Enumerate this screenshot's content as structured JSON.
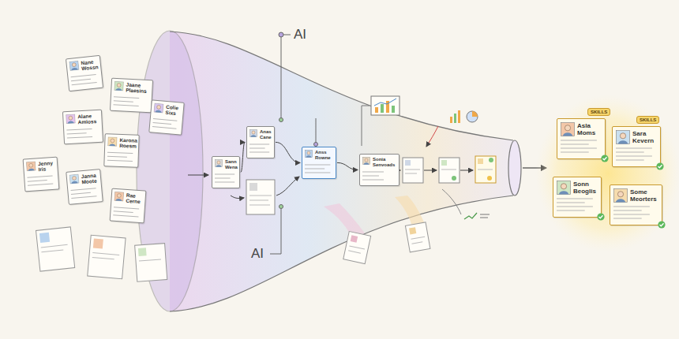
{
  "diagram": {
    "nodes": [
      {
        "text": [
          "Jenny Iris"
        ]
      },
      {
        "text": [
          "Nane Wossn"
        ]
      },
      {
        "text": [
          "Jaane Plaesins"
        ]
      },
      {
        "text": [
          "Alane Amioss"
        ]
      },
      {
        "text": [
          "Karona Roesm"
        ]
      },
      {
        "text": [
          "Janna Moote"
        ]
      },
      {
        "text": [
          "Rae Cerne"
        ]
      },
      {
        "text": [
          "Colie Sixs"
        ]
      },
      {
        "text": [
          "Sann Wena"
        ]
      },
      {
        "text": [
          "Anas Cane"
        ]
      },
      {
        "text": [
          "Anss Rowne"
        ]
      },
      {
        "text": [
          "Sonia Senvoads"
        ]
      },
      {
        "text": [
          "Asla Moms"
        ]
      },
      {
        "text": [
          "Sara Kevern"
        ]
      },
      {
        "text": [
          "Sonn Beoglis"
        ]
      },
      {
        "text": [
          "Some Meorters"
        ]
      }
    ],
    "edges": [
      {
        "from": 8,
        "to": 9,
        "arrow": "to"
      },
      {
        "from": 9,
        "to": 10,
        "arrow": "to"
      },
      {
        "from": 10,
        "to": 11,
        "arrow": "to"
      }
    ],
    "labels": [
      "AI",
      "AI",
      "SKILLS",
      "SKILLS"
    ]
  }
}
